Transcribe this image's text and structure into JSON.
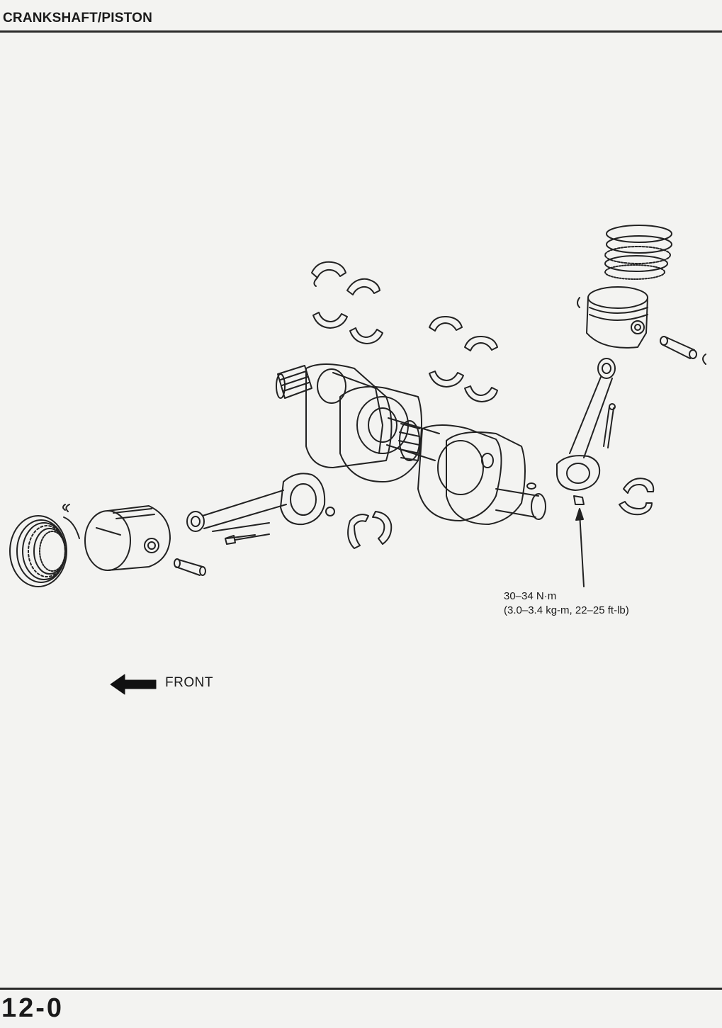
{
  "header": {
    "title": "CRANKSHAFT/PISTON"
  },
  "torque_spec": {
    "line1": "30–34 N·m",
    "line2": "(3.0–3.4 kg-m, 22–25 ft-lb)"
  },
  "direction": {
    "label": "FRONT"
  },
  "footer": {
    "page_number": "12-0"
  }
}
